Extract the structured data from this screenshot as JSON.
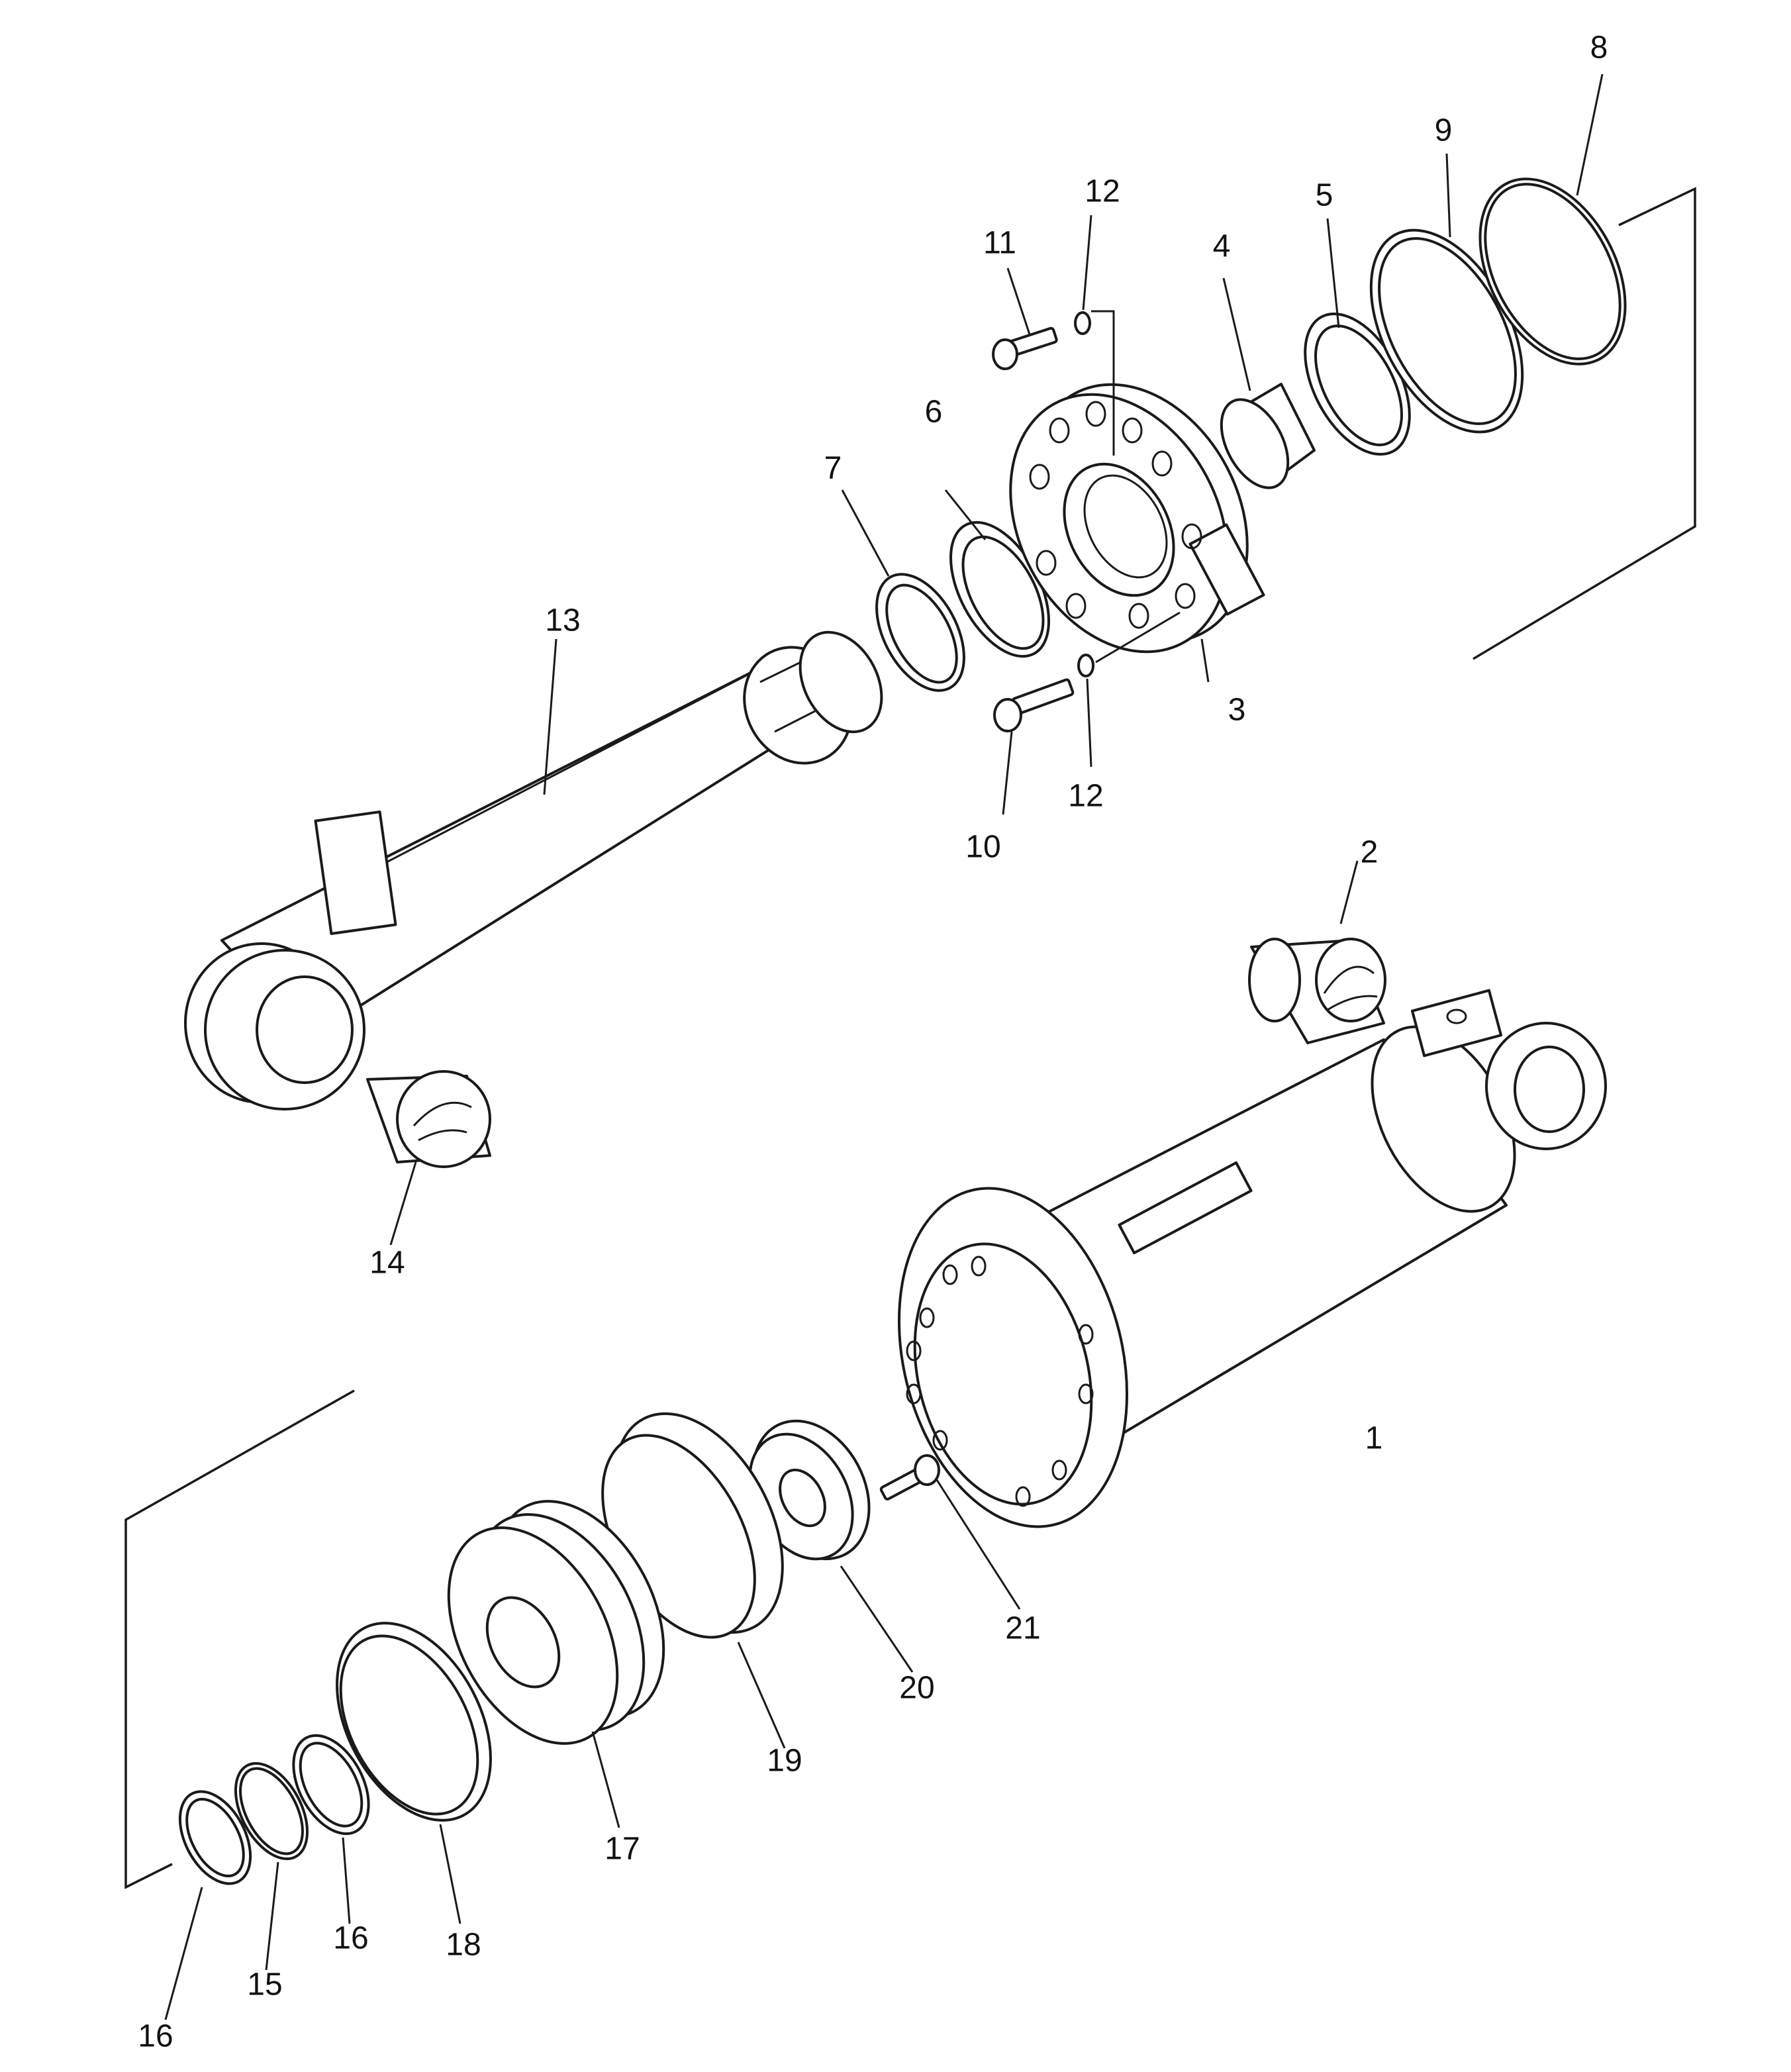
{
  "colors": {
    "line": "#1a1a1a",
    "background": "#ffffff"
  },
  "callouts": {
    "c1": "1",
    "c2": "2",
    "c3": "3",
    "c4": "4",
    "c5": "5",
    "c6": "6",
    "c7": "7",
    "c8": "8",
    "c9": "9",
    "c10": "10",
    "c11": "11",
    "c12a": "12",
    "c12b": "12",
    "c13": "13",
    "c14": "14",
    "c15": "15",
    "c16a": "16",
    "c16b": "16",
    "c17": "17",
    "c18": "18",
    "c19": "19",
    "c20": "20",
    "c21": "21"
  }
}
